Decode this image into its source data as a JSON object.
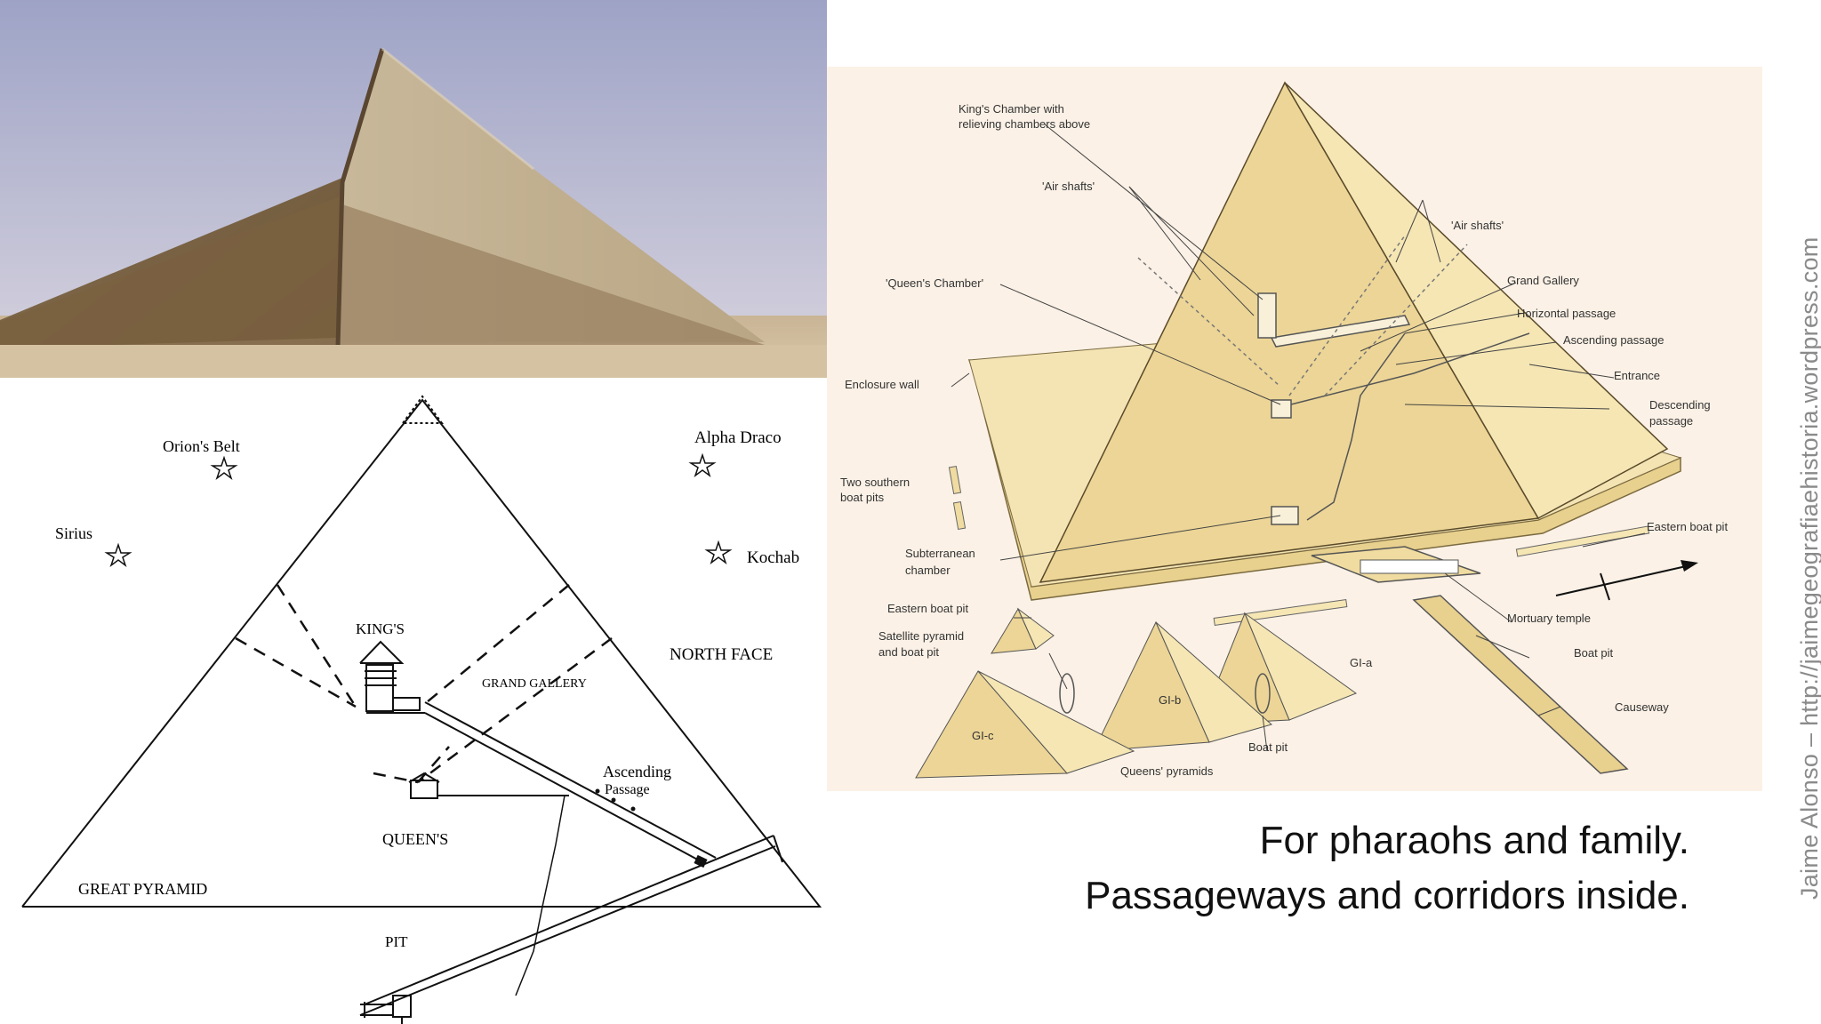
{
  "slide": {
    "caption_line1": "For pharaohs and family.",
    "caption_line2": "Passageways and corridors inside.",
    "credit": "Jaime Alonso – http://jaimegeografiaehistoria.wordpress.com",
    "background": "#ffffff"
  },
  "section_diagram": {
    "stars": [
      "Orion's Belt",
      "Sirius",
      "Alpha Draco",
      "Kochab"
    ],
    "labels": {
      "kings": "KING'S",
      "grand_gallery": "GRAND GALLERY",
      "north_face": "NORTH FACE",
      "ascending_1": "Ascending",
      "ascending_2": "Passage",
      "queens": "QUEEN'S",
      "great_pyramid": "GREAT PYRAMID",
      "pit": "PIT"
    }
  },
  "iso_diagram": {
    "background": "#fbf1e6",
    "pyramid_color": "#f0dca0",
    "labels": {
      "kings_chamber_1": "King's Chamber with",
      "kings_chamber_2": "relieving chambers above",
      "air_shafts_left": "'Air shafts'",
      "air_shafts_right": "'Air shafts'",
      "queens_chamber": "'Queen's Chamber'",
      "grand_gallery": "Grand Gallery",
      "horizontal_passage": "Horizontal passage",
      "ascending_passage": "Ascending passage",
      "entrance": "Entrance",
      "descending_1": "Descending",
      "descending_2": "passage",
      "enclosure_wall": "Enclosure wall",
      "two_southern_1": "Two southern",
      "two_southern_2": "boat pits",
      "subterranean_1": "Subterranean",
      "subterranean_2": "chamber",
      "eastern_boat_pit_right": "Eastern boat pit",
      "eastern_boat_pit_left": "Eastern boat pit",
      "satellite_1": "Satellite pyramid",
      "satellite_2": "and boat pit",
      "mortuary_temple": "Mortuary temple",
      "boat_pit_right": "Boat pit",
      "causeway": "Causeway",
      "gl_a": "GI-a",
      "gl_b": "GI-b",
      "gl_c": "GI-c",
      "boat_pit_bottom": "Boat pit",
      "queens_pyramids": "Queens' pyramids"
    }
  }
}
